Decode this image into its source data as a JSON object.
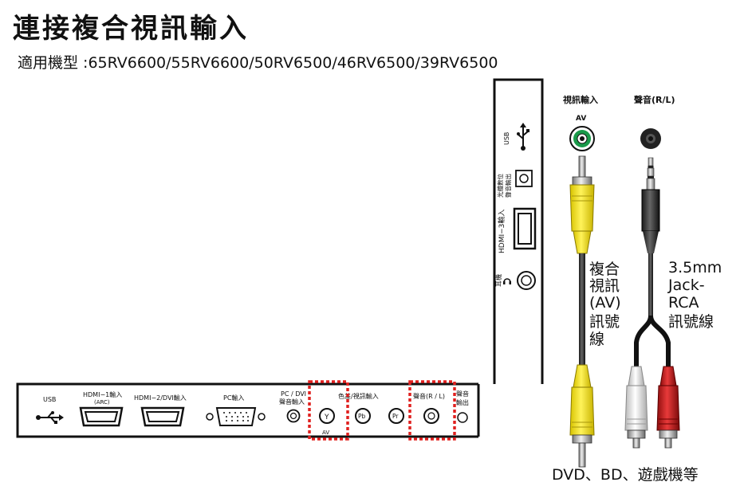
{
  "title": "連接複合視訊輸入",
  "subtitle": "適用機型 :65RV6600/55RV6600/50RV6500/46RV6500/39RV6500",
  "side_panel": {
    "header_video_in": "視訊輸入",
    "header_audio": "聲音(R/L)",
    "av_label": "AV",
    "usb": "USB",
    "optical_line1": "光纖數位",
    "optical_line2": "聲音輸出",
    "hdmi3": "HDMI−3輸入",
    "earphone": "耳機"
  },
  "cables": {
    "composite_line1": "複合",
    "composite_line2": "視訊",
    "composite_line3": "(AV)",
    "composite_line4": "訊號",
    "composite_line5": "線",
    "audio_line1": "3.5mm",
    "audio_line2": "Jack-",
    "audio_line3": "RCA",
    "audio_line4": "訊號線"
  },
  "device_label": "DVD、BD、遊戲機等",
  "bottom_panel": {
    "usb": "USB",
    "hdmi1_line1": "HDMI−1輸入",
    "hdmi1_line2": "(ARC)",
    "hdmi2": "HDMI−2/DVI輸入",
    "pc": "PC輸入",
    "pcdvi_line1": "PC / DVI",
    "pcdvi_line2": "聲音輸入",
    "component": "色差/視訊輸入",
    "audio_rl": "聲音(R / L)",
    "audio_out_line1": "聲音",
    "audio_out_line2": "輸出",
    "jack_y": "Y",
    "jack_pb": "Pb",
    "jack_pr": "Pr",
    "av_label": "AV"
  },
  "colors": {
    "green": "#1a9a4a",
    "yellow": "#f2e000",
    "red": "#cc1a1a",
    "highlight": "#e0201f"
  }
}
